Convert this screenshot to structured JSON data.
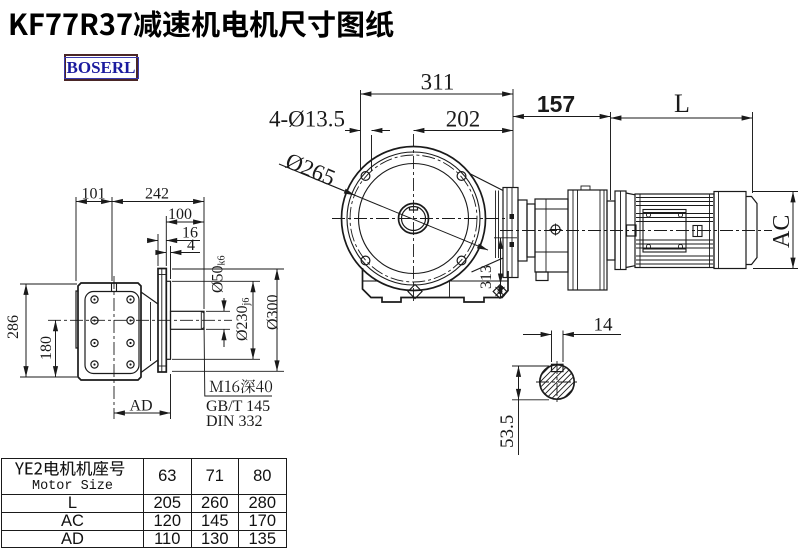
{
  "title": "KF77R37减速机电机尺寸图纸",
  "logo": {
    "text": "BOSERL"
  },
  "colors": {
    "line": "#1a1a1a",
    "title": "#000000",
    "logo_text": "#1b1b9e",
    "logo_border": "#4a2626"
  },
  "side_view": {
    "dim_101": "101",
    "dim_242": "242",
    "dim_100": "100",
    "dim_16": "16",
    "dim_4": "4",
    "dim_286": "286",
    "dim_180": "180",
    "dim_ad": "AD",
    "shaft_dia": "Ø50",
    "shaft_dia_tol": "k6",
    "pilot_dia": "Ø230",
    "pilot_dia_tol": "j6",
    "flange_dia": "Ø300",
    "tap_note": "M16深40",
    "std_note_1": "GB/T 145",
    "std_note_2": "DIN 332"
  },
  "front_view": {
    "dim_311": "311",
    "dim_202": "202",
    "holes_note": "4-Ø13.5",
    "bolt_circle_dia": "Ø265",
    "dim_313": "313"
  },
  "motor_view": {
    "dim_157": "157",
    "dim_L": "L",
    "dim_AC": "AC"
  },
  "shaft_section": {
    "key_width": "14",
    "key_height": "53.5"
  },
  "table": {
    "header_cn": "YE2电机机座号",
    "header_en": "Motor Size",
    "frame_sizes": [
      "63",
      "71",
      "80"
    ],
    "rows": [
      {
        "label": "L",
        "values": [
          "205",
          "260",
          "280"
        ]
      },
      {
        "label": "AC",
        "values": [
          "120",
          "145",
          "170"
        ]
      },
      {
        "label": "AD",
        "values": [
          "110",
          "130",
          "135"
        ]
      }
    ]
  }
}
